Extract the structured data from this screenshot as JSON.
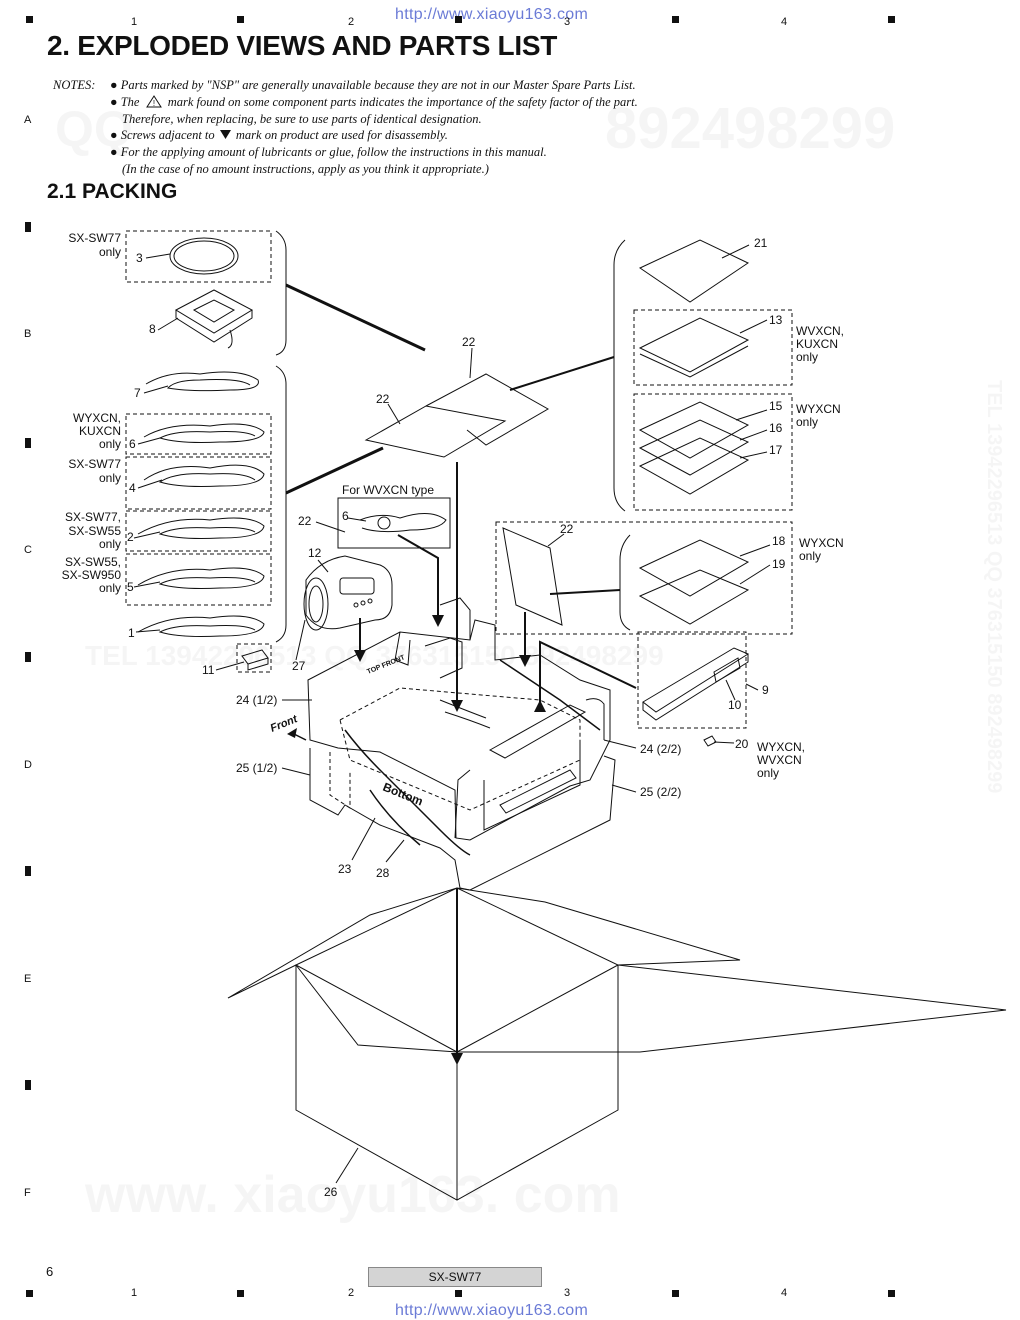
{
  "header": {
    "url": "http://www.xiaoyu163.com",
    "title": "2. EXPLODED VIEWS AND PARTS LIST"
  },
  "grid": {
    "columns": [
      "1",
      "2",
      "3",
      "4"
    ],
    "rows": [
      "A",
      "B",
      "C",
      "D",
      "E",
      "F"
    ]
  },
  "notes": {
    "label": "NOTES:",
    "items": [
      "Parts marked by \"NSP\" are generally unavailable because they are not in our Master Spare Parts List.",
      "The",
      "mark found on some component parts indicates the importance of the safety factor of the part.",
      "Therefore, when replacing, be sure to use parts of identical designation.",
      "Screws adjacent to",
      "mark on product are used for disassembly.",
      "For the applying amount of lubricants or glue, follow the instructions in this manual.",
      "(In the case of no amount instructions, apply as you think it appropriate.)"
    ]
  },
  "section": {
    "title": "2.1  PACKING"
  },
  "watermarks": {
    "qq": "QQ",
    "phone": "892498299",
    "tel_line": "TEL   13942296513   QQ   376315150   892498299",
    "site": "www. xiaoyu163. com",
    "side": "TEL  13942296513  QQ  376315150  892498299"
  },
  "diagram": {
    "part_labels": {
      "p1": "1",
      "p2": "2",
      "p3": "3",
      "p4": "4",
      "p5": "5",
      "p6a": "6",
      "p6b": "6",
      "p7": "7",
      "p8": "8",
      "p9": "9",
      "p10": "10",
      "p11": "11",
      "p12": "12",
      "p13": "13",
      "p15": "15",
      "p16": "16",
      "p17": "17",
      "p18": "18",
      "p19": "19",
      "p20": "20",
      "p21": "21",
      "p22a": "22",
      "p22b": "22",
      "p22c": "22",
      "p22d": "22",
      "p23": "23",
      "p24a": "24 (1/2)",
      "p24b": "24 (2/2)",
      "p25a": "25 (1/2)",
      "p25b": "25 (2/2)",
      "p26": "26",
      "p27": "27",
      "p28": "28"
    },
    "region_labels": {
      "sw77_only_1": [
        "SX-SW77",
        "only"
      ],
      "wyxcn_kuxcn_only": [
        "WYXCN,",
        "KUXCN",
        "only"
      ],
      "sw77_only_2": [
        "SX-SW77",
        "only"
      ],
      "sw77_sw55_only": [
        "SX-SW77,",
        "SX-SW55",
        "only"
      ],
      "sw55_sw950_only": [
        "SX-SW55,",
        "SX-SW950",
        "only"
      ],
      "wvxcn_kuxcn_only": [
        "WVXCN,",
        "KUXCN",
        "only"
      ],
      "wyxcn_only_1": [
        "WYXCN",
        "only"
      ],
      "wyxcn_only_2": [
        "WYXCN",
        "only"
      ],
      "wyxcn_wvxcn_only": [
        "WYXCN,",
        "WVXCN",
        "only"
      ],
      "for_wvxcn_type": "For WVXCN type"
    },
    "box_labels": {
      "front": "Front",
      "bottom": "Bottom",
      "top_front": "TOP FRONT"
    }
  },
  "footer": {
    "page_number": "6",
    "model": "SX-SW77",
    "url": "http://www.xiaoyu163.com"
  }
}
